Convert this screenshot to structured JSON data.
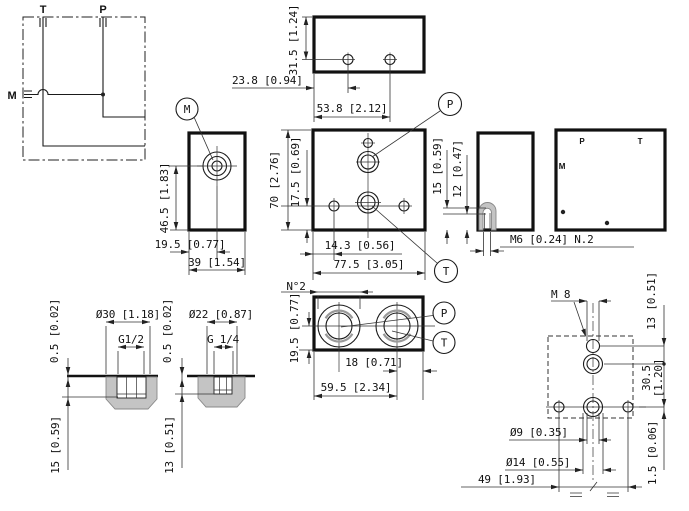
{
  "colors": {
    "line": "#1a1a1a",
    "section_fill": "#c4c4c4",
    "background": "#ffffff"
  },
  "schematic": {
    "port_t": "T",
    "port_p": "P",
    "port_m": "M"
  },
  "top_view": {
    "dim_height": "31.5 [1.24]",
    "dim_hole1": "23.8 [0.94]",
    "dim_hole2": "53.8 [2.12]"
  },
  "side_view_m": {
    "balloon_m": "M",
    "dim_vertical": "46.5 [1.83]",
    "dim_horizontal": "19.5 [0.77]",
    "dim_width": "39 [1.54]"
  },
  "front_view": {
    "balloon_p": "P",
    "balloon_t": "T",
    "dim_height": "70 [2.76]",
    "dim_hole_height": "17.5 [0.69]",
    "dim_hole_x": "14.3 [0.56]",
    "dim_width": "77.5 [3.05]"
  },
  "side_view_right": {
    "dim_slot_top": "15 [0.59]",
    "dim_slot_center": "12 [0.47]",
    "dim_thread": "M6 [0.24] N.2"
  },
  "back_view": {
    "port_p": "P",
    "port_t": "T",
    "port_m": "M"
  },
  "detail_g12": {
    "dim_counterbore_dia": "Ø30 [1.18]",
    "dim_thread": "G1/2",
    "dim_counterbore_depth": "0.5 [0.02]",
    "dim_depth": "15 [0.59]"
  },
  "detail_g14": {
    "dim_counterbore_dia": "Ø22 [0.87]",
    "dim_thread": "G 1/4",
    "dim_counterbore_depth": "0.5 [0.02]",
    "dim_depth": "13 [0.51]"
  },
  "bottom_view": {
    "qty": "N°2",
    "balloon_p": "P",
    "balloon_t": "T",
    "dim_port_y": "19.5 [0.77]",
    "dim_port_x": "18 [0.71]",
    "dim_port_span": "59.5 [2.34]"
  },
  "mounting_view": {
    "dim_thread": "M 8",
    "dim_top": "13 [0.51]",
    "dim_mid_value": "30.5",
    "dim_mid_inch": "[1.20]",
    "dim_offset": "1.5 [0.06]",
    "dim_hole_dia": "Ø9 [0.35]",
    "dim_cbore_dia": "Ø14 [0.55]",
    "dim_span": "49 [1.93]"
  }
}
